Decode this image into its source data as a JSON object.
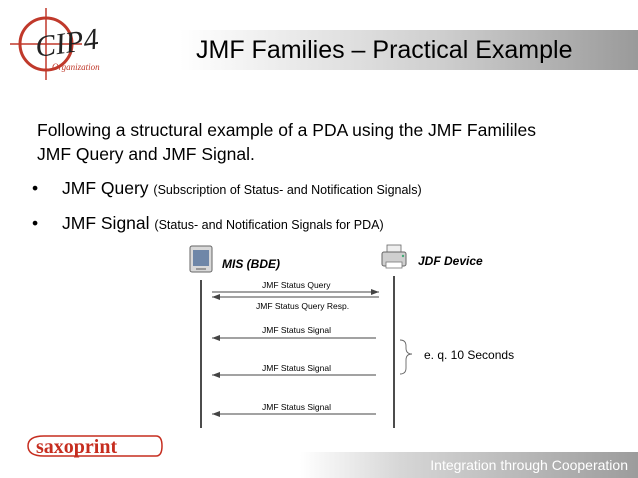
{
  "header": {
    "title": "JMF Families – Practical Example",
    "logo_text": "CIP4",
    "logo_subtext": "Organization"
  },
  "intro": {
    "line1": "Following a structural example of a PDA using the JMF Famililes",
    "line2": "JMF Query and JMF Signal."
  },
  "bullets": [
    {
      "term": "JMF Query",
      "detail": "(Subscription of Status- and Notification Signals)"
    },
    {
      "term": "JMF Signal",
      "detail": "(Status- and Notification Signals for PDA)"
    }
  ],
  "diagram": {
    "actors": [
      {
        "label": "MIS (BDE)",
        "icon": "computer-icon"
      },
      {
        "label": "JDF Device",
        "icon": "printer-icon"
      }
    ],
    "messages": [
      {
        "label": "JMF Status Query",
        "direction": "right"
      },
      {
        "label": "JMF Status Query Resp.",
        "direction": "left"
      },
      {
        "label": "JMF Status Signal",
        "direction": "left"
      },
      {
        "label": "JMF Status Signal",
        "direction": "left"
      },
      {
        "label": "JMF Status Signal",
        "direction": "left"
      }
    ],
    "note": "e. q. 10 Seconds"
  },
  "footer": {
    "logo_text": "saxoprint",
    "tagline": "Integration through Cooperation"
  },
  "colors": {
    "cip4_red": "#c0392b",
    "saxo_red": "#c62d1f",
    "arrow": "#444444"
  }
}
